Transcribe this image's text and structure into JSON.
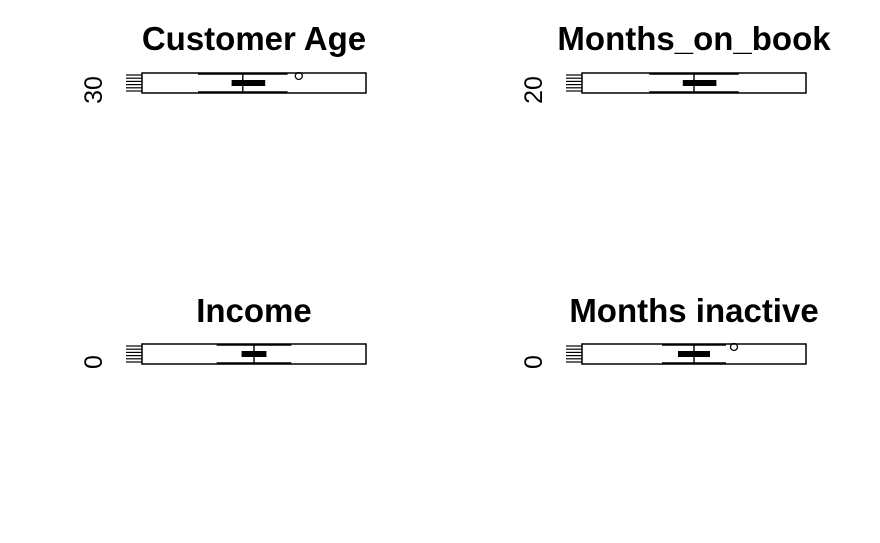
{
  "chart_data": [
    {
      "type": "boxplot",
      "title": "Customer Age",
      "ytick_labels": [
        "30"
      ],
      "box": {
        "min": 27,
        "q1": 30,
        "median": 31,
        "q3": 33,
        "max": 35,
        "outliers": [
          36
        ]
      }
    },
    {
      "type": "boxplot",
      "title": "Months_on_book",
      "ytick_labels": [
        "20"
      ],
      "box": {
        "min": 14,
        "q1": 17,
        "median": 18,
        "q3": 20,
        "max": 22,
        "outliers": []
      }
    },
    {
      "type": "boxplot",
      "title": "Income",
      "ytick_labels": [
        "0"
      ],
      "box": {
        "min": 0,
        "q1": 2,
        "median": 3,
        "q3": 4,
        "max": 6,
        "outliers": []
      }
    },
    {
      "type": "boxplot",
      "title": "Months inactive",
      "ytick_labels": [
        "0"
      ],
      "box": {
        "min": 0,
        "q1": 1,
        "median": 2,
        "q3": 3,
        "max": 4,
        "outliers": [
          4.5
        ]
      }
    }
  ]
}
